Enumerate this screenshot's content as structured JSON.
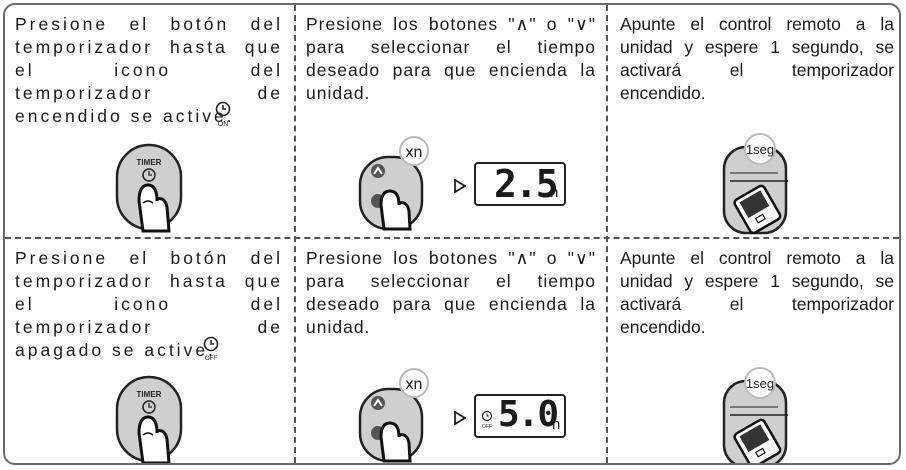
{
  "steps": [
    {
      "text": "Presione el botón del temporizador hasta que el icono del temporizador de encendido se active.",
      "icon_label": "ON",
      "button_label": "TIMER"
    },
    {
      "text": "Presione los botones \"∧\" o \"∨\" para seleccionar el tiempo deseado para que encienda la unidad.",
      "repeat_label": "xn",
      "display_value": "2.5",
      "display_unit": "h"
    },
    {
      "text": "Apunte el control remoto a la unidad y espere 1 segundo, se activará el temporizador encendido.",
      "wait_label": "1seg"
    },
    {
      "text": "Presione el botón del temporizador hasta que el icono del temporizador de apagado se active.",
      "icon_label": "OFF",
      "button_label": "TIMER"
    },
    {
      "text": "Presione los botones \"∧\" o \"∨\" para seleccionar el tiempo deseado para que encienda la unidad.",
      "repeat_label": "xn",
      "display_value": "5.0",
      "display_unit": "h",
      "display_icon_label": "OFF"
    },
    {
      "text": "Apunte el control remoto a la unidad y espere 1 segundo, se activará el temporizador encendido.",
      "wait_label": "1seg"
    }
  ]
}
